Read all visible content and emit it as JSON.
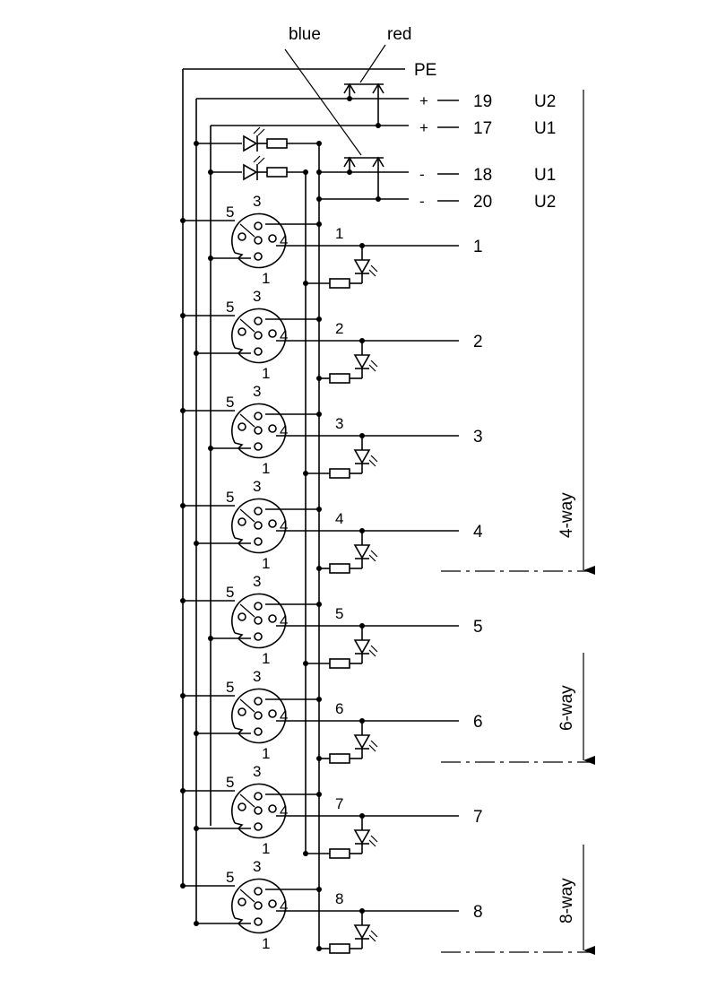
{
  "labels": {
    "blue": "blue",
    "red": "red",
    "pe": "PE"
  },
  "supply_terminals": [
    {
      "polarity": "+",
      "number": "19",
      "circuit": "U2"
    },
    {
      "polarity": "+",
      "number": "17",
      "circuit": "U1"
    },
    {
      "polarity": "-",
      "number": "18",
      "circuit": "U1"
    },
    {
      "polarity": "-",
      "number": "20",
      "circuit": "U2"
    }
  ],
  "connector_pins": {
    "p5": "5",
    "p3": "3",
    "p4": "4",
    "p1": "1"
  },
  "channels": [
    "1",
    "2",
    "3",
    "4",
    "5",
    "6",
    "7",
    "8"
  ],
  "variants": [
    {
      "label": "4-way"
    },
    {
      "label": "6-way"
    },
    {
      "label": "8-way"
    }
  ]
}
